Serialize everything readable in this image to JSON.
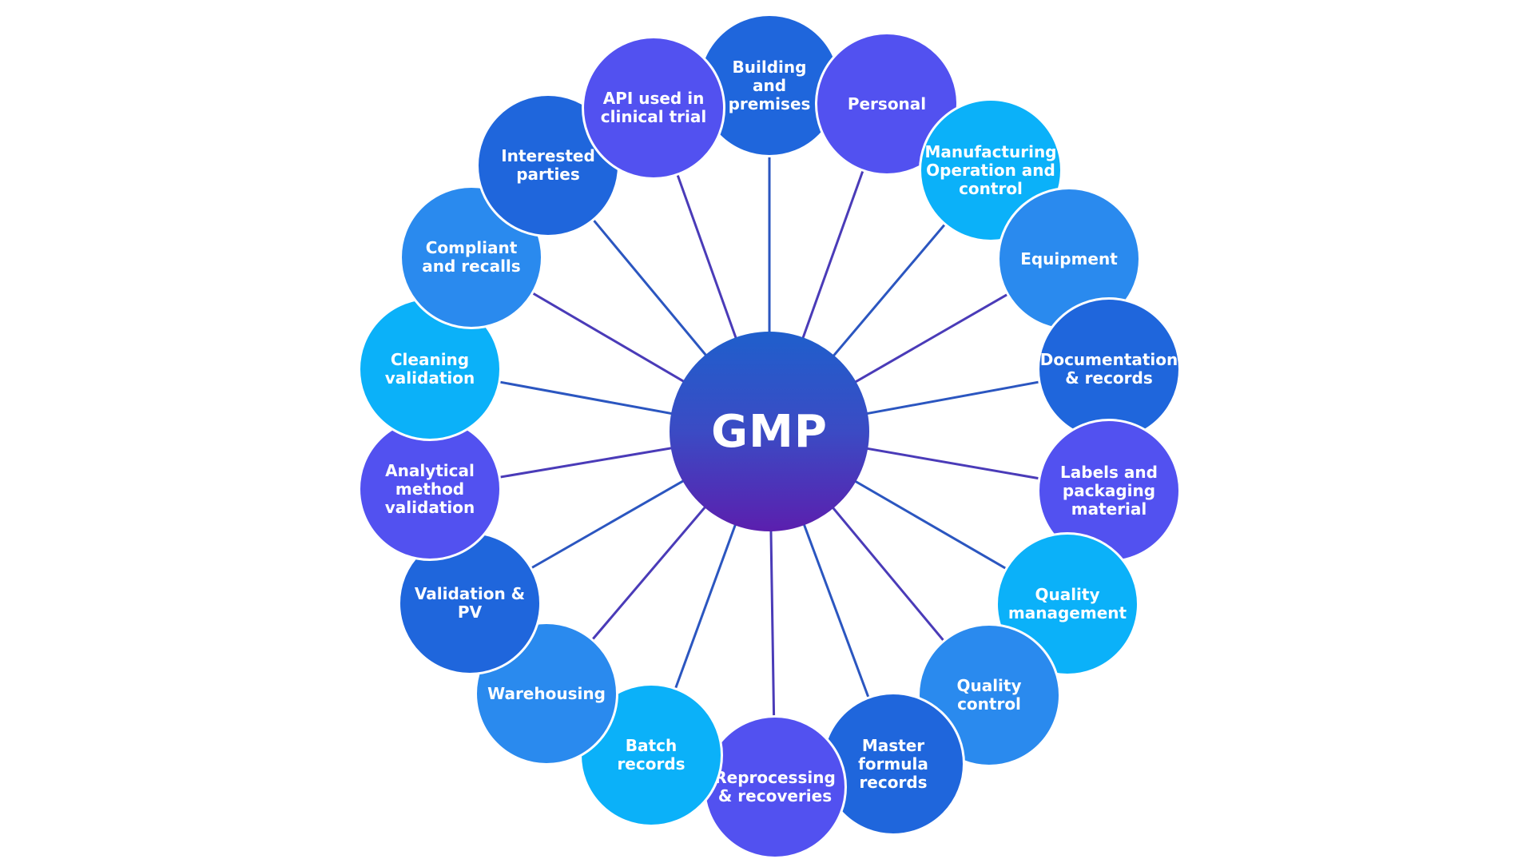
{
  "hub": {
    "label": "GMP"
  },
  "colors": {
    "violet": "#5251f0",
    "blue": "#2a8aee",
    "cyan": "#0bb1f9",
    "royal": "#1f66dc",
    "spoke": "#2a4bb0"
  },
  "nodes": [
    {
      "id": "building-and-premises",
      "label": "Building\nand\npremises",
      "color": "royal"
    },
    {
      "id": "personal",
      "label": "Personal",
      "color": "violet"
    },
    {
      "id": "manufacturing-operation-and-control",
      "label": "Manufacturing\nOperation and\ncontrol",
      "color": "cyan"
    },
    {
      "id": "equipment",
      "label": "Equipment",
      "color": "blue"
    },
    {
      "id": "documentation-and-records",
      "label": "Documentation\n& records",
      "color": "royal"
    },
    {
      "id": "labels-and-packaging-material",
      "label": "Labels and\npackaging\nmaterial",
      "color": "violet"
    },
    {
      "id": "quality-management",
      "label": "Quality\nmanagement",
      "color": "cyan"
    },
    {
      "id": "quality-control",
      "label": "Quality\ncontrol",
      "color": "blue"
    },
    {
      "id": "master-formula-records",
      "label": "Master\nformula\nrecords",
      "color": "royal"
    },
    {
      "id": "reprocessing-and-recoveries",
      "label": "Reprocessing\n& recoveries",
      "color": "violet"
    },
    {
      "id": "batch-records",
      "label": "Batch\nrecords",
      "color": "cyan"
    },
    {
      "id": "warehousing",
      "label": "Warehousing",
      "color": "blue"
    },
    {
      "id": "validation-and-pv",
      "label": "Validation &\nPV",
      "color": "royal"
    },
    {
      "id": "analytical-method-validation",
      "label": "Analytical\nmethod\nvalidation",
      "color": "violet"
    },
    {
      "id": "cleaning-validation",
      "label": "Cleaning\nvalidation",
      "color": "cyan"
    },
    {
      "id": "compliant-and-recalls",
      "label": "Compliant\nand recalls",
      "color": "blue"
    },
    {
      "id": "interested-parties",
      "label": "Interested\nparties",
      "color": "royal"
    },
    {
      "id": "api-used-in-clinical-trial",
      "label": "API used in\nclinical trial",
      "color": "violet"
    }
  ]
}
